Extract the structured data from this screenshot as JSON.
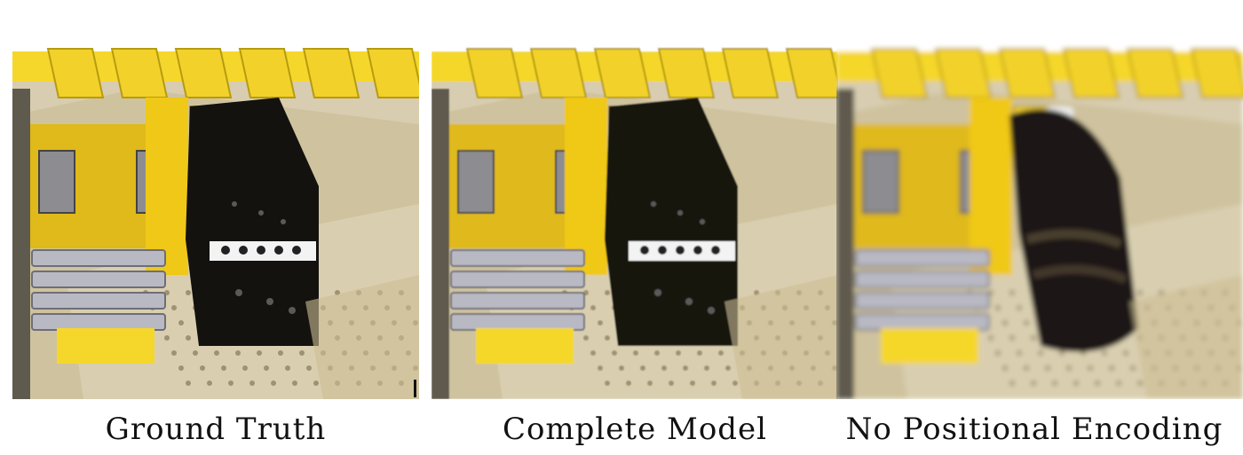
{
  "figure": {
    "panels": [
      {
        "caption": "Ground Truth",
        "scene": "lego-bulldozer",
        "render_quality": "sharp"
      },
      {
        "caption": "Complete Model",
        "scene": "lego-bulldozer",
        "render_quality": "near-sharp"
      },
      {
        "caption": "No Positional Encoding",
        "scene": "lego-bulldozer",
        "render_quality": "blurry"
      }
    ]
  }
}
